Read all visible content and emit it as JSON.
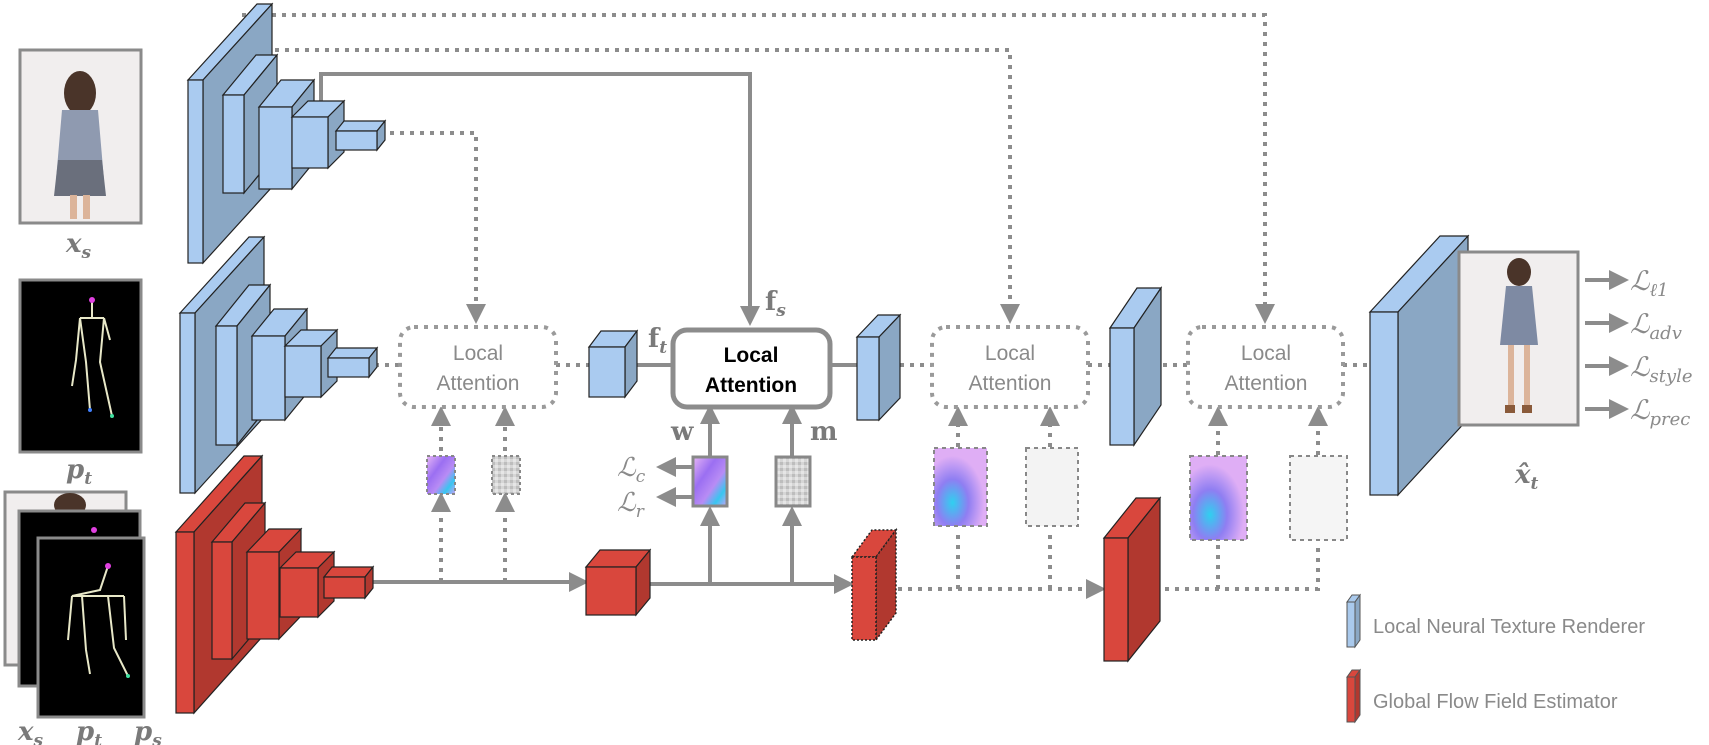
{
  "modules": {
    "local_attention": "Local Attention",
    "local_attention_main": "Local Attention"
  },
  "symbols": {
    "xs": "x",
    "xs_sub": "s",
    "pt": "p",
    "pt_sub": "t",
    "ps": "p",
    "ps_sub": "s",
    "ft": "f",
    "ft_sub": "t",
    "fs": "f",
    "fs_sub": "s",
    "w": "w",
    "m": "m",
    "lc": "ℒ",
    "lc_sub": "c",
    "lr": "ℒ",
    "lr_sub": "r",
    "xt_hat": "x̂",
    "xt_hat_sub": "t"
  },
  "losses": [
    {
      "sym": "ℒ",
      "sub": "ℓ1"
    },
    {
      "sym": "ℒ",
      "sub": "adv"
    },
    {
      "sym": "ℒ",
      "sub": "style"
    },
    {
      "sym": "ℒ",
      "sub": "prec"
    }
  ],
  "legend": [
    {
      "label": "Local Neural Texture Renderer",
      "color": "#a9c9ec"
    },
    {
      "label": "Global Flow Field Estimator",
      "color": "#d9473d"
    }
  ],
  "colors": {
    "blue_front": "#aacbf0",
    "blue_side": "#8aa7c4",
    "red_front": "#d9473d",
    "red_side": "#b1382f",
    "arrow": "#8c8c8c"
  }
}
